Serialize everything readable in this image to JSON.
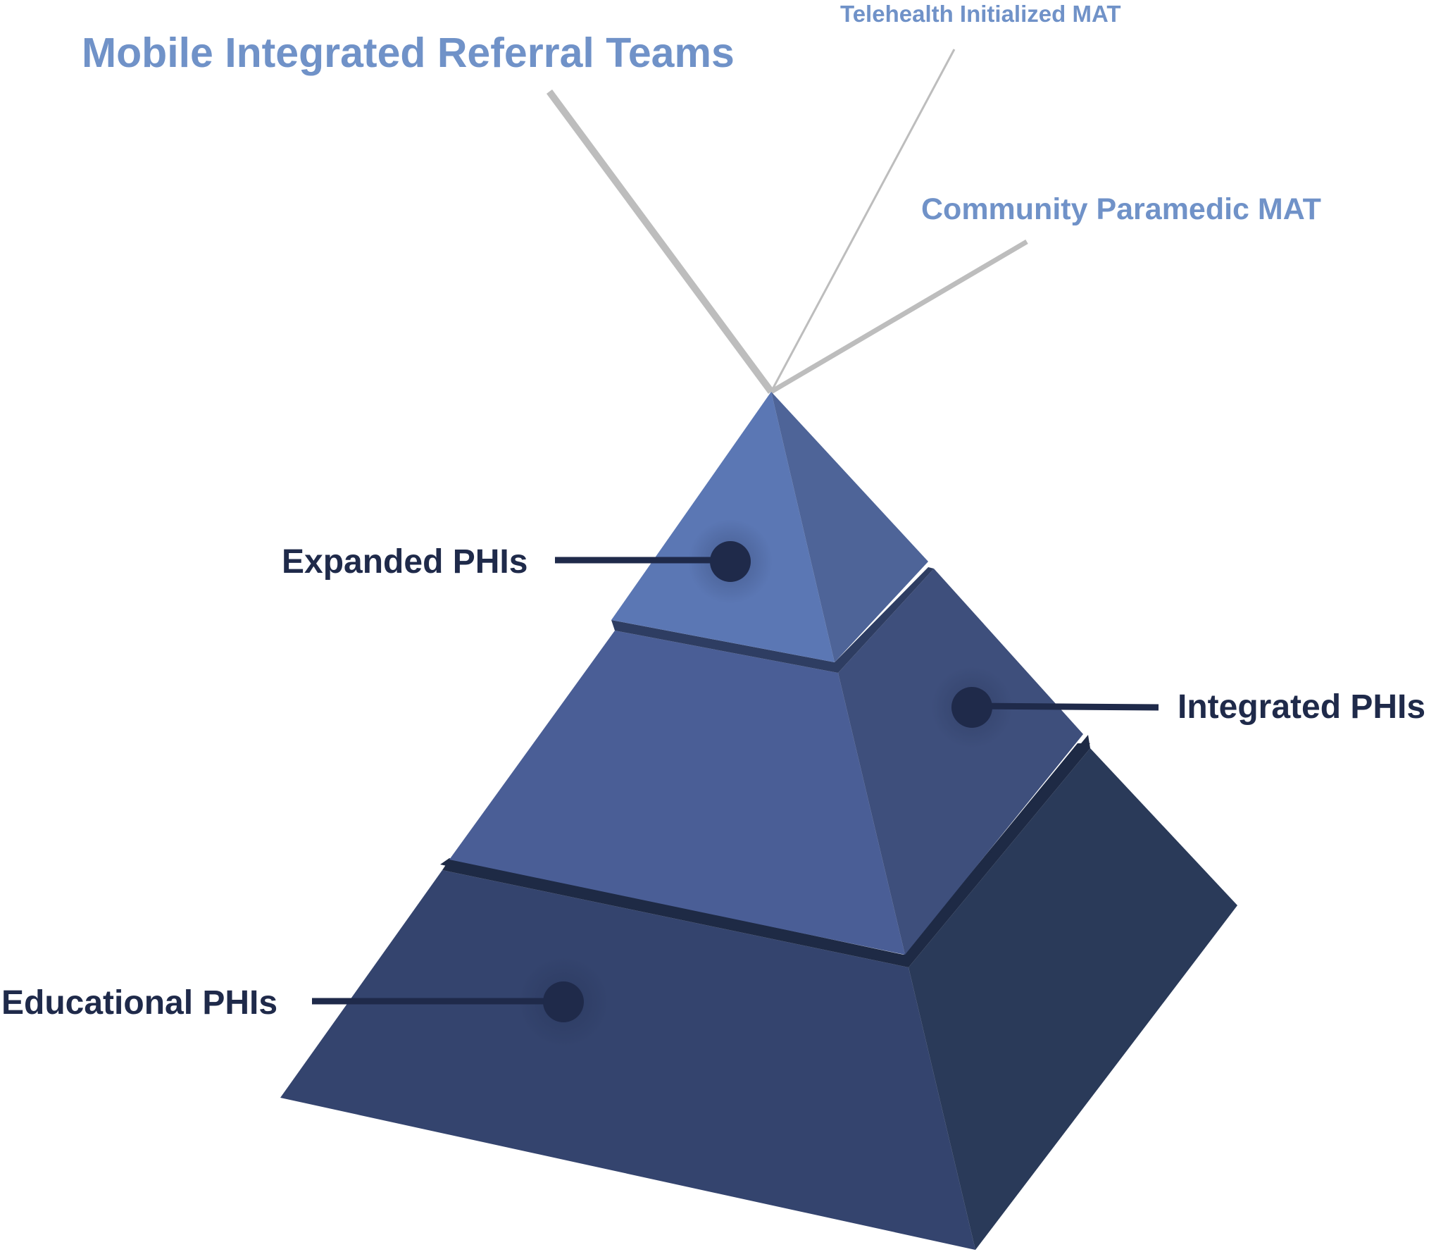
{
  "apex_labels": {
    "mobile_integrated_referral_teams": "Mobile Integrated Referral Teams",
    "telehealth_initialized_mat": "Telehealth Initialized MAT",
    "community_paramedic_mat": "Community Paramedic MAT"
  },
  "tier_labels": {
    "expanded": "Expanded PHIs",
    "integrated": "Integrated PHIs",
    "educational": "Educational PHIs"
  },
  "colors": {
    "accent_text": "#7092C8",
    "dark_text": "#1F2A4A",
    "pointer_line": "#BDBDBD",
    "top_front": "#5B77B4",
    "top_side": "#4E6498",
    "middle_front": "#4A5E96",
    "middle_side": "#3E4F7C",
    "bottom_front": "#34446E",
    "bottom_side": "#2A3A59",
    "gap": "#1E2A45"
  }
}
